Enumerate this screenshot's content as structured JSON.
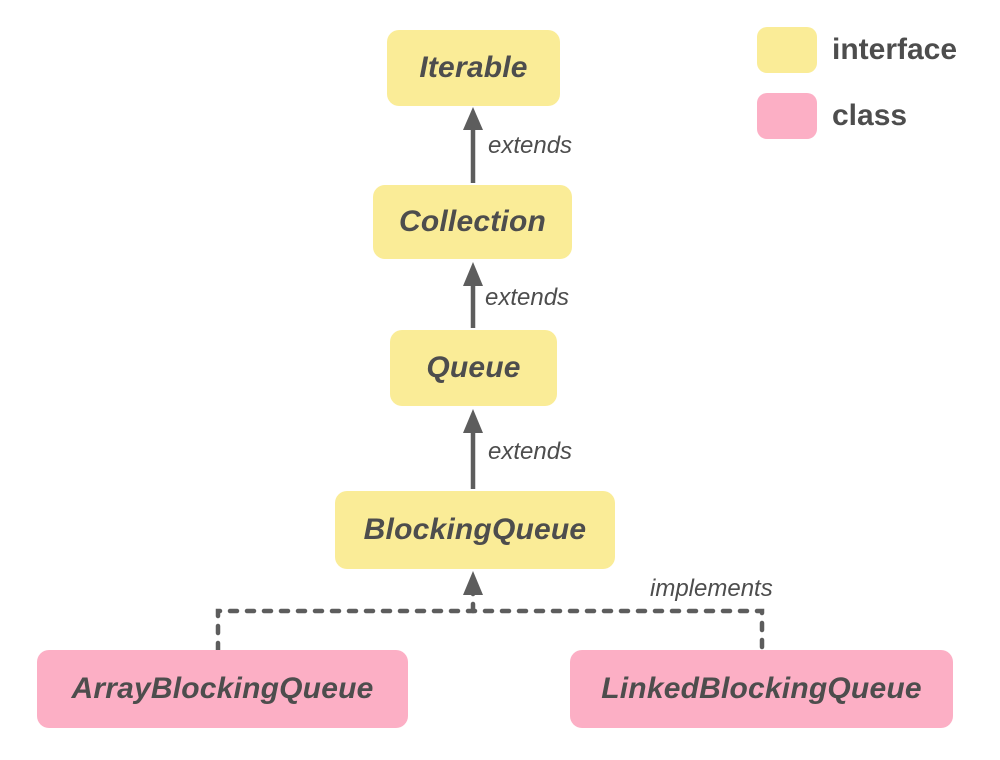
{
  "diagram": {
    "nodes": [
      {
        "id": "iterable",
        "label": "Iterable",
        "type": "interface"
      },
      {
        "id": "collection",
        "label": "Collection",
        "type": "interface"
      },
      {
        "id": "queue",
        "label": "Queue",
        "type": "interface"
      },
      {
        "id": "blocking-queue",
        "label": "BlockingQueue",
        "type": "interface"
      },
      {
        "id": "array-blocking-queue",
        "label": "ArrayBlockingQueue",
        "type": "class"
      },
      {
        "id": "linked-blocking-queue",
        "label": "LinkedBlockingQueue",
        "type": "class"
      }
    ],
    "edges": [
      {
        "from": "collection",
        "to": "iterable",
        "label": "extends",
        "style": "solid"
      },
      {
        "from": "queue",
        "to": "collection",
        "label": "extends",
        "style": "solid"
      },
      {
        "from": "blocking-queue",
        "to": "queue",
        "label": "extends",
        "style": "solid"
      },
      {
        "from": "array-blocking-queue,linked-blocking-queue",
        "to": "blocking-queue",
        "label": "implements",
        "style": "dashed"
      }
    ]
  },
  "legend": {
    "items": [
      {
        "label": "interface",
        "color": "#FAEC97"
      },
      {
        "label": "class",
        "color": "#FCAFC5"
      }
    ]
  },
  "colors": {
    "interface_fill": "#FAEC97",
    "class_fill": "#FCAFC5",
    "connector": "#5D5D5D",
    "text": "#4D4D4D",
    "background": "#FFFFFF"
  }
}
